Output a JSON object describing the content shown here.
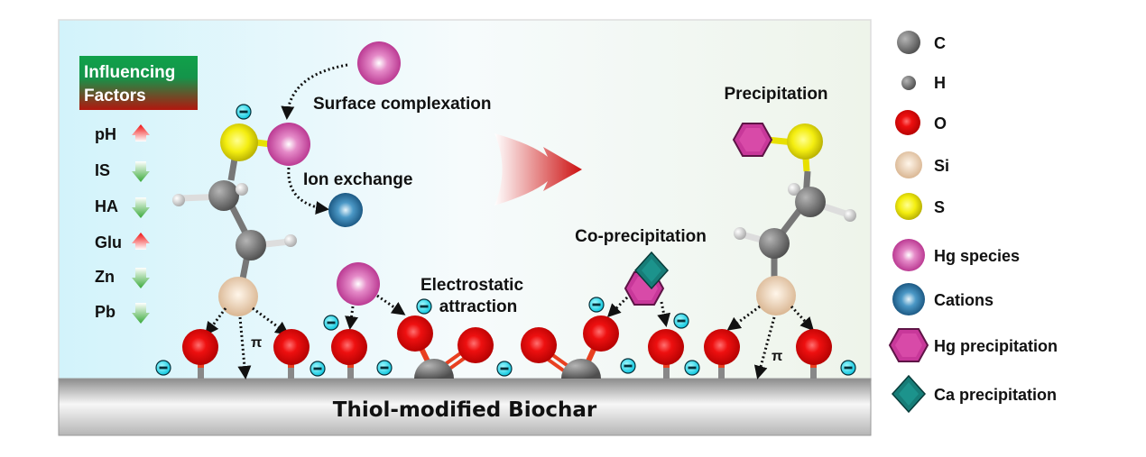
{
  "panel": {
    "title_line1": "Influencing",
    "title_line2": "Factors",
    "factors": [
      {
        "label": "pH",
        "direction": "up"
      },
      {
        "label": "IS",
        "direction": "down"
      },
      {
        "label": "HA",
        "direction": "down"
      },
      {
        "label": "Glu",
        "direction": "up"
      },
      {
        "label": "Zn",
        "direction": "down"
      },
      {
        "label": "Pb",
        "direction": "down"
      }
    ]
  },
  "mechanisms": {
    "surface_complexation": "Surface complexation",
    "ion_exchange": "Ion exchange",
    "electrostatic_line1": "Electrostatic",
    "electrostatic_line2": "attraction",
    "co_precipitation": "Co-precipitation",
    "precipitation": "Precipitation",
    "pi_label": "π"
  },
  "base": {
    "label": "Thiol-modified Biochar"
  },
  "legend": [
    {
      "label": "C",
      "icon": "carbon-atom",
      "color": "#6e6e6e"
    },
    {
      "label": "H",
      "icon": "hydrogen-atom",
      "color": "#cfcfcf"
    },
    {
      "label": "O",
      "icon": "oxygen-atom",
      "color": "#e00000"
    },
    {
      "label": "Si",
      "icon": "silicon-atom",
      "color": "#ecc9a0"
    },
    {
      "label": "S",
      "icon": "sulfur-atom",
      "color": "#f0ec10"
    },
    {
      "label": "Hg species",
      "icon": "mercury-sphere",
      "color": "#d94aa8"
    },
    {
      "label": "Cations",
      "icon": "cation-sphere",
      "color": "#2e7aa8"
    },
    {
      "label": "Hg precipitation",
      "icon": "hexagon",
      "color": "#c8389a"
    },
    {
      "label": "Ca precipitation",
      "icon": "diamond",
      "color": "#177d78"
    }
  ],
  "colors": {
    "up_arrow": "#f01010",
    "down_arrow": "#3aaa3a",
    "negative_charge": "#26e0f0",
    "transition_arrow": "#cc1010"
  }
}
